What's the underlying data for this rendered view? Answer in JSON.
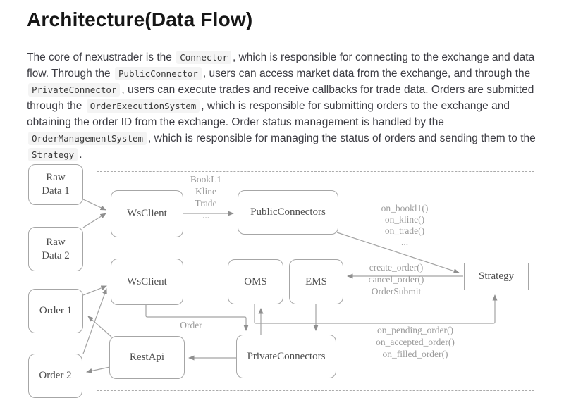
{
  "header": {
    "title": "Architecture(Data Flow)"
  },
  "content": {
    "paragraph": [
      {
        "text": "The core of nexustrader is the"
      },
      {
        "text": "Connector"
      },
      {
        "text": ", which is responsible for connecting to the exchange and data flow. Through the"
      },
      {
        "text": "PublicConnector"
      },
      {
        "text": ", users can access market data from the exchange, and through the"
      },
      {
        "text": "PrivateConnector"
      },
      {
        "text": ", users can execute trades and receive callbacks for trade data. Orders are submitted through the"
      },
      {
        "text": "OrderExecutionSystem"
      },
      {
        "text": ", which is responsible for submitting orders to the exchange and obtaining the order ID from the exchange. Order status management is handled by the"
      },
      {
        "text": "OrderManagementSystem"
      },
      {
        "text": ", which is responsible for managing the status of orders and sending them to the"
      },
      {
        "text": "Strategy"
      },
      {
        "text": "."
      }
    ]
  },
  "diagram": {
    "boxes": [
      {
        "id": "raw-data-1",
        "label": "Raw\nData 1"
      },
      {
        "id": "raw-data-2",
        "label": "Raw\nData 2"
      },
      {
        "id": "order-1",
        "label": "Order 1"
      },
      {
        "id": "order-2",
        "label": "Order 2"
      },
      {
        "id": "ws-client-top",
        "label": "WsClient"
      },
      {
        "id": "ws-client-bottom",
        "label": "WsClient"
      },
      {
        "id": "rest-api",
        "label": "RestApi"
      },
      {
        "id": "public-connectors",
        "label": "PublicConnectors"
      },
      {
        "id": "private-connectors",
        "label": "PrivateConnectors"
      },
      {
        "id": "oms",
        "label": "OMS"
      },
      {
        "id": "ems",
        "label": "EMS"
      },
      {
        "id": "strategy",
        "label": "Strategy"
      }
    ],
    "edge_labels": {
      "market_stream": "BookL1\nKline\nTrade\n...",
      "market_callbacks": "on_bookl1()\non_kline()\non_trade()\n...",
      "order_commands": "create_order()\ncancel_order()\nOrderSubmit",
      "order": "Order",
      "status_callbacks": "on_pending_order()\non_accepted_order()\non_filled_order()"
    },
    "colors": {
      "line": "#a3a3a3",
      "arrow": "#8f8f8f",
      "box_border": "#a6a6a6",
      "box_text": "#4d4d4d",
      "label_text": "#9b9b9b"
    }
  }
}
